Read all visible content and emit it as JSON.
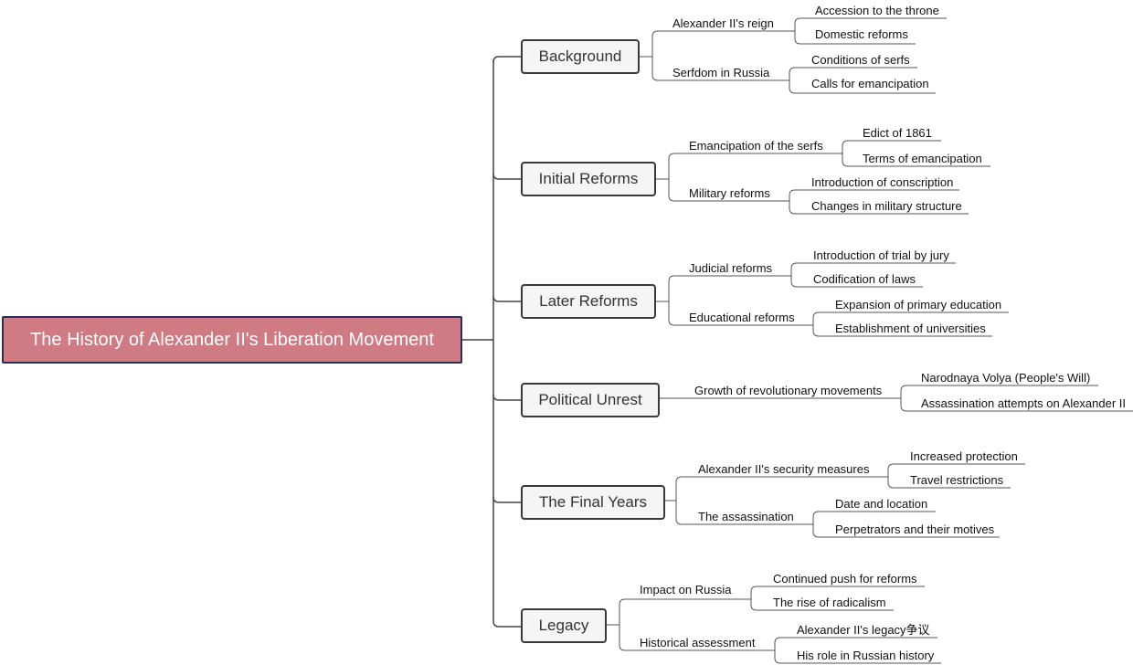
{
  "title": "The History of Alexander II's Liberation Movement",
  "colors": {
    "root_fill": "#d07a84",
    "root_border": "#2a2f5a",
    "branch_fill": "#f5f5f5",
    "line": "#444444"
  },
  "branches": [
    {
      "label": "Background",
      "subs": [
        {
          "label": "Alexander II's reign",
          "leaves": [
            "Accession to the throne",
            "Domestic reforms"
          ]
        },
        {
          "label": "Serfdom in Russia",
          "leaves": [
            "Conditions of serfs",
            "Calls for emancipation"
          ]
        }
      ]
    },
    {
      "label": "Initial Reforms",
      "subs": [
        {
          "label": "Emancipation of the serfs",
          "leaves": [
            "Edict of 1861",
            "Terms of emancipation"
          ]
        },
        {
          "label": "Military reforms",
          "leaves": [
            "Introduction of conscription",
            "Changes in military structure"
          ]
        }
      ]
    },
    {
      "label": "Later Reforms",
      "subs": [
        {
          "label": "Judicial reforms",
          "leaves": [
            "Introduction of trial by jury",
            "Codification of laws"
          ]
        },
        {
          "label": "Educational reforms",
          "leaves": [
            "Expansion of primary education",
            "Establishment of universities"
          ]
        }
      ]
    },
    {
      "label": "Political Unrest",
      "subs": [
        {
          "label": "Growth of revolutionary movements",
          "leaves": [
            "Narodnaya Volya (People's Will)",
            "Assassination attempts on Alexander II"
          ]
        }
      ]
    },
    {
      "label": "The Final Years",
      "subs": [
        {
          "label": "Alexander II's security measures",
          "leaves": [
            "Increased protection",
            "Travel restrictions"
          ]
        },
        {
          "label": "The assassination",
          "leaves": [
            "Date and location",
            "Perpetrators and their motives"
          ]
        }
      ]
    },
    {
      "label": "Legacy",
      "subs": [
        {
          "label": "Impact on Russia",
          "leaves": [
            "Continued push for reforms",
            "The rise of radicalism"
          ]
        },
        {
          "label": "Historical assessment",
          "leaves": [
            "Alexander II's legacy争议",
            "His role in Russian history"
          ]
        }
      ]
    }
  ]
}
